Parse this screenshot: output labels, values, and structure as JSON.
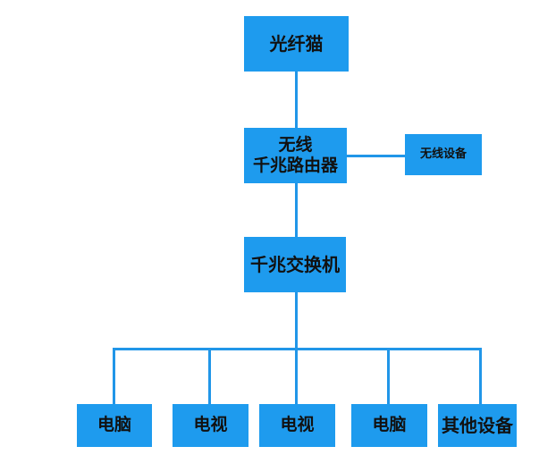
{
  "diagram": {
    "type": "network-topology",
    "background_color": "#ffffff",
    "node_color": "#1e9bee",
    "line_color": "#2196e8",
    "text_color": "#111111"
  },
  "nodes": {
    "modem": {
      "label": "光纤猫"
    },
    "router": {
      "label_line1": "无线",
      "label_line2": "千兆路由器"
    },
    "wireless_device": {
      "label": "无线设备"
    },
    "switch": {
      "label": "千兆交换机"
    }
  },
  "leaves": [
    {
      "label": "电脑"
    },
    {
      "label": "电视"
    },
    {
      "label": "电视"
    },
    {
      "label": "电脑"
    },
    {
      "label": "其他设备"
    }
  ]
}
